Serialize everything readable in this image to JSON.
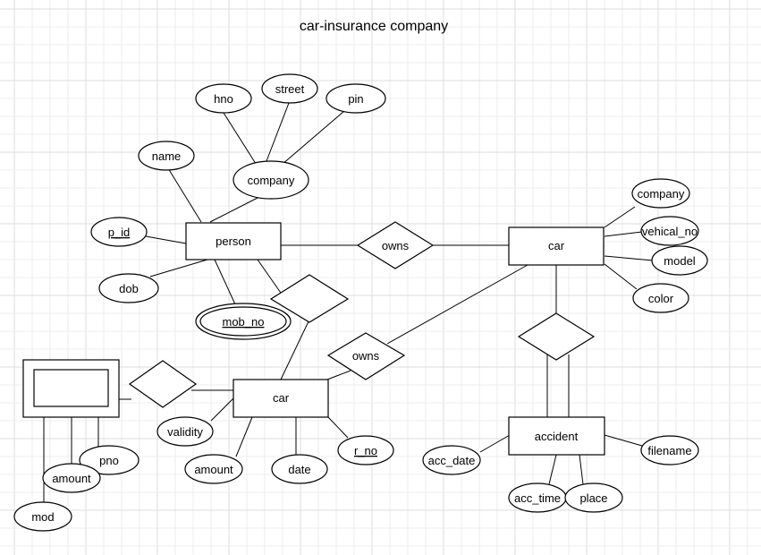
{
  "title": "car-insurance company",
  "entities": {
    "person": "person",
    "car_top": "car",
    "car_bottom": "car",
    "accident": "accident",
    "weak_entity": ""
  },
  "relationships": {
    "owns_top": "owns",
    "owns_mid": "owns",
    "person_rel": "",
    "left_rel": "",
    "car_accident_rel": ""
  },
  "attributes": {
    "hno": "hno",
    "street": "street",
    "pin": "pin",
    "name": "name",
    "company_person": "company",
    "p_id": "p_id",
    "dob": "dob",
    "mob_no": "mob_no",
    "company_car": "company",
    "vehical_no": "vehical_no",
    "model": "model",
    "color": "color",
    "validity": "validity",
    "amount_car": "amount",
    "date": "date",
    "r_no": "r_no",
    "pno": "pno",
    "amount_left": "amount",
    "mod": "mod",
    "acc_date": "acc_date",
    "filename": "filename",
    "acc_time": "acc_time",
    "place": "place"
  }
}
